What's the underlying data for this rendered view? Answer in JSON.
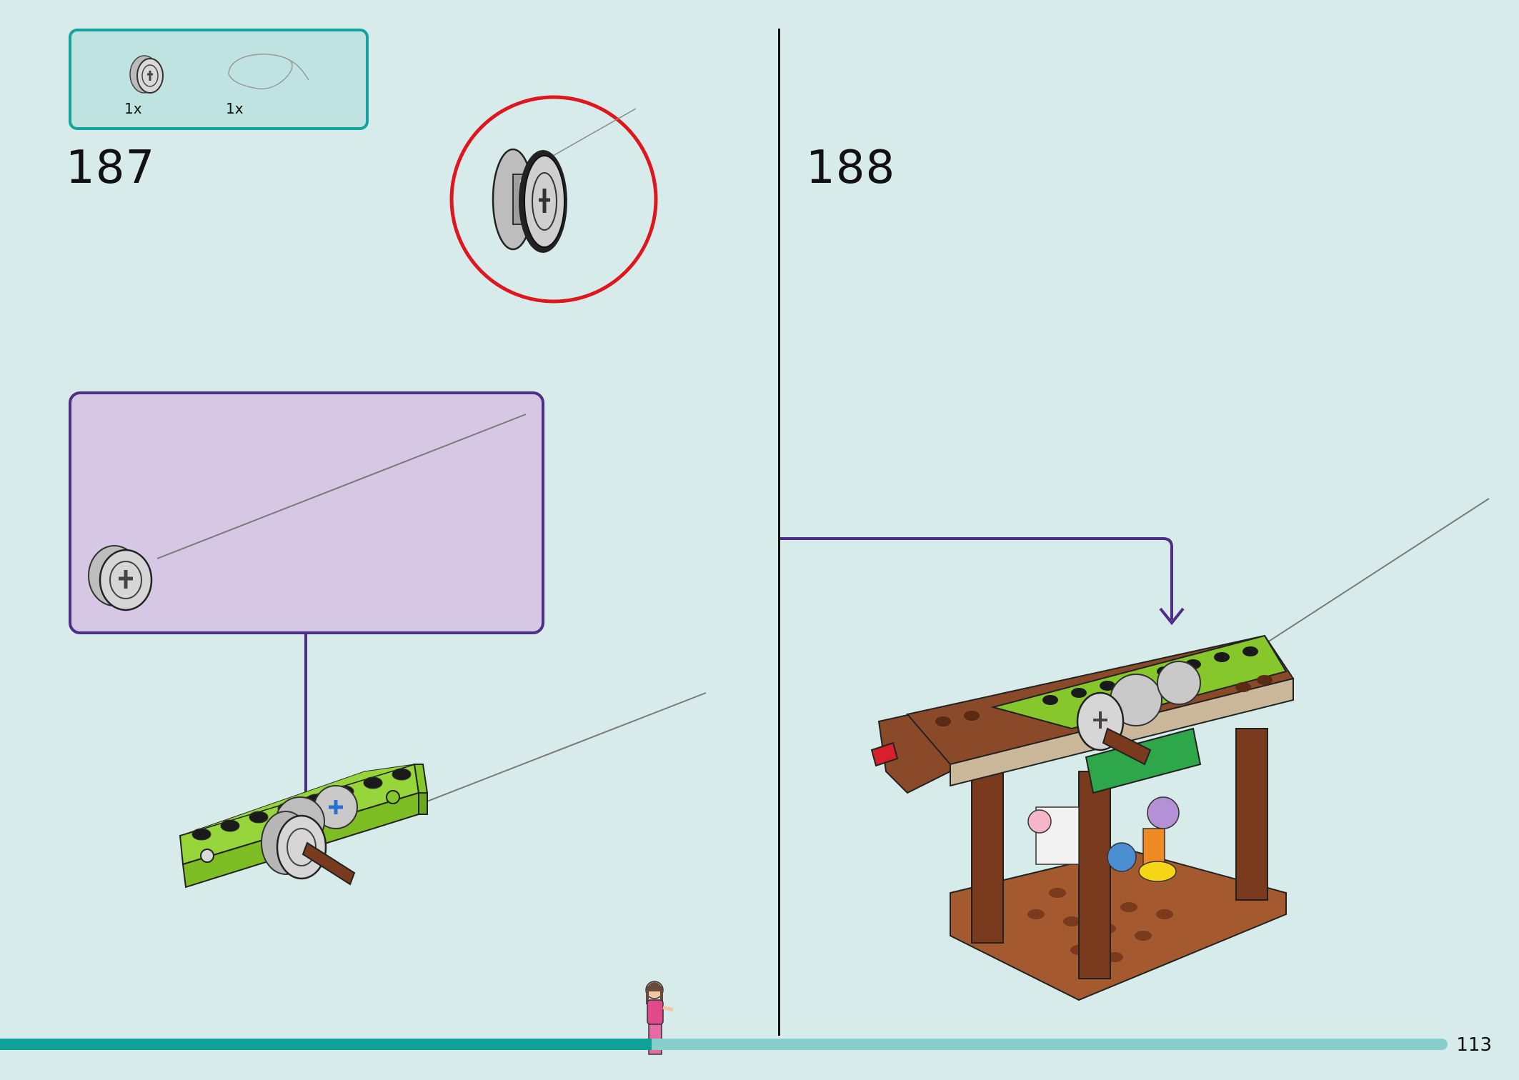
{
  "parts_list": {
    "items": [
      {
        "part": "pulley-wheel",
        "quantity": "1x"
      },
      {
        "part": "string",
        "quantity": "1x"
      }
    ]
  },
  "steps": [
    {
      "number": "187"
    },
    {
      "number": "188"
    }
  ],
  "footer": {
    "page_number": "113",
    "progress": 0.45
  },
  "colors": {
    "background": "#d7ecea",
    "parts_box_border": "#14a39e",
    "sub_assembly_border": "#4f2f85",
    "sub_assembly_fill": "#d6c7e4",
    "arrow": "#4f2f85",
    "callout_ring": "#e0161f",
    "progress_fill": "#0fa199",
    "progress_track": "#86cfcc",
    "brick_lime": "#97d63b",
    "brick_brown": "#8a4a2a"
  }
}
